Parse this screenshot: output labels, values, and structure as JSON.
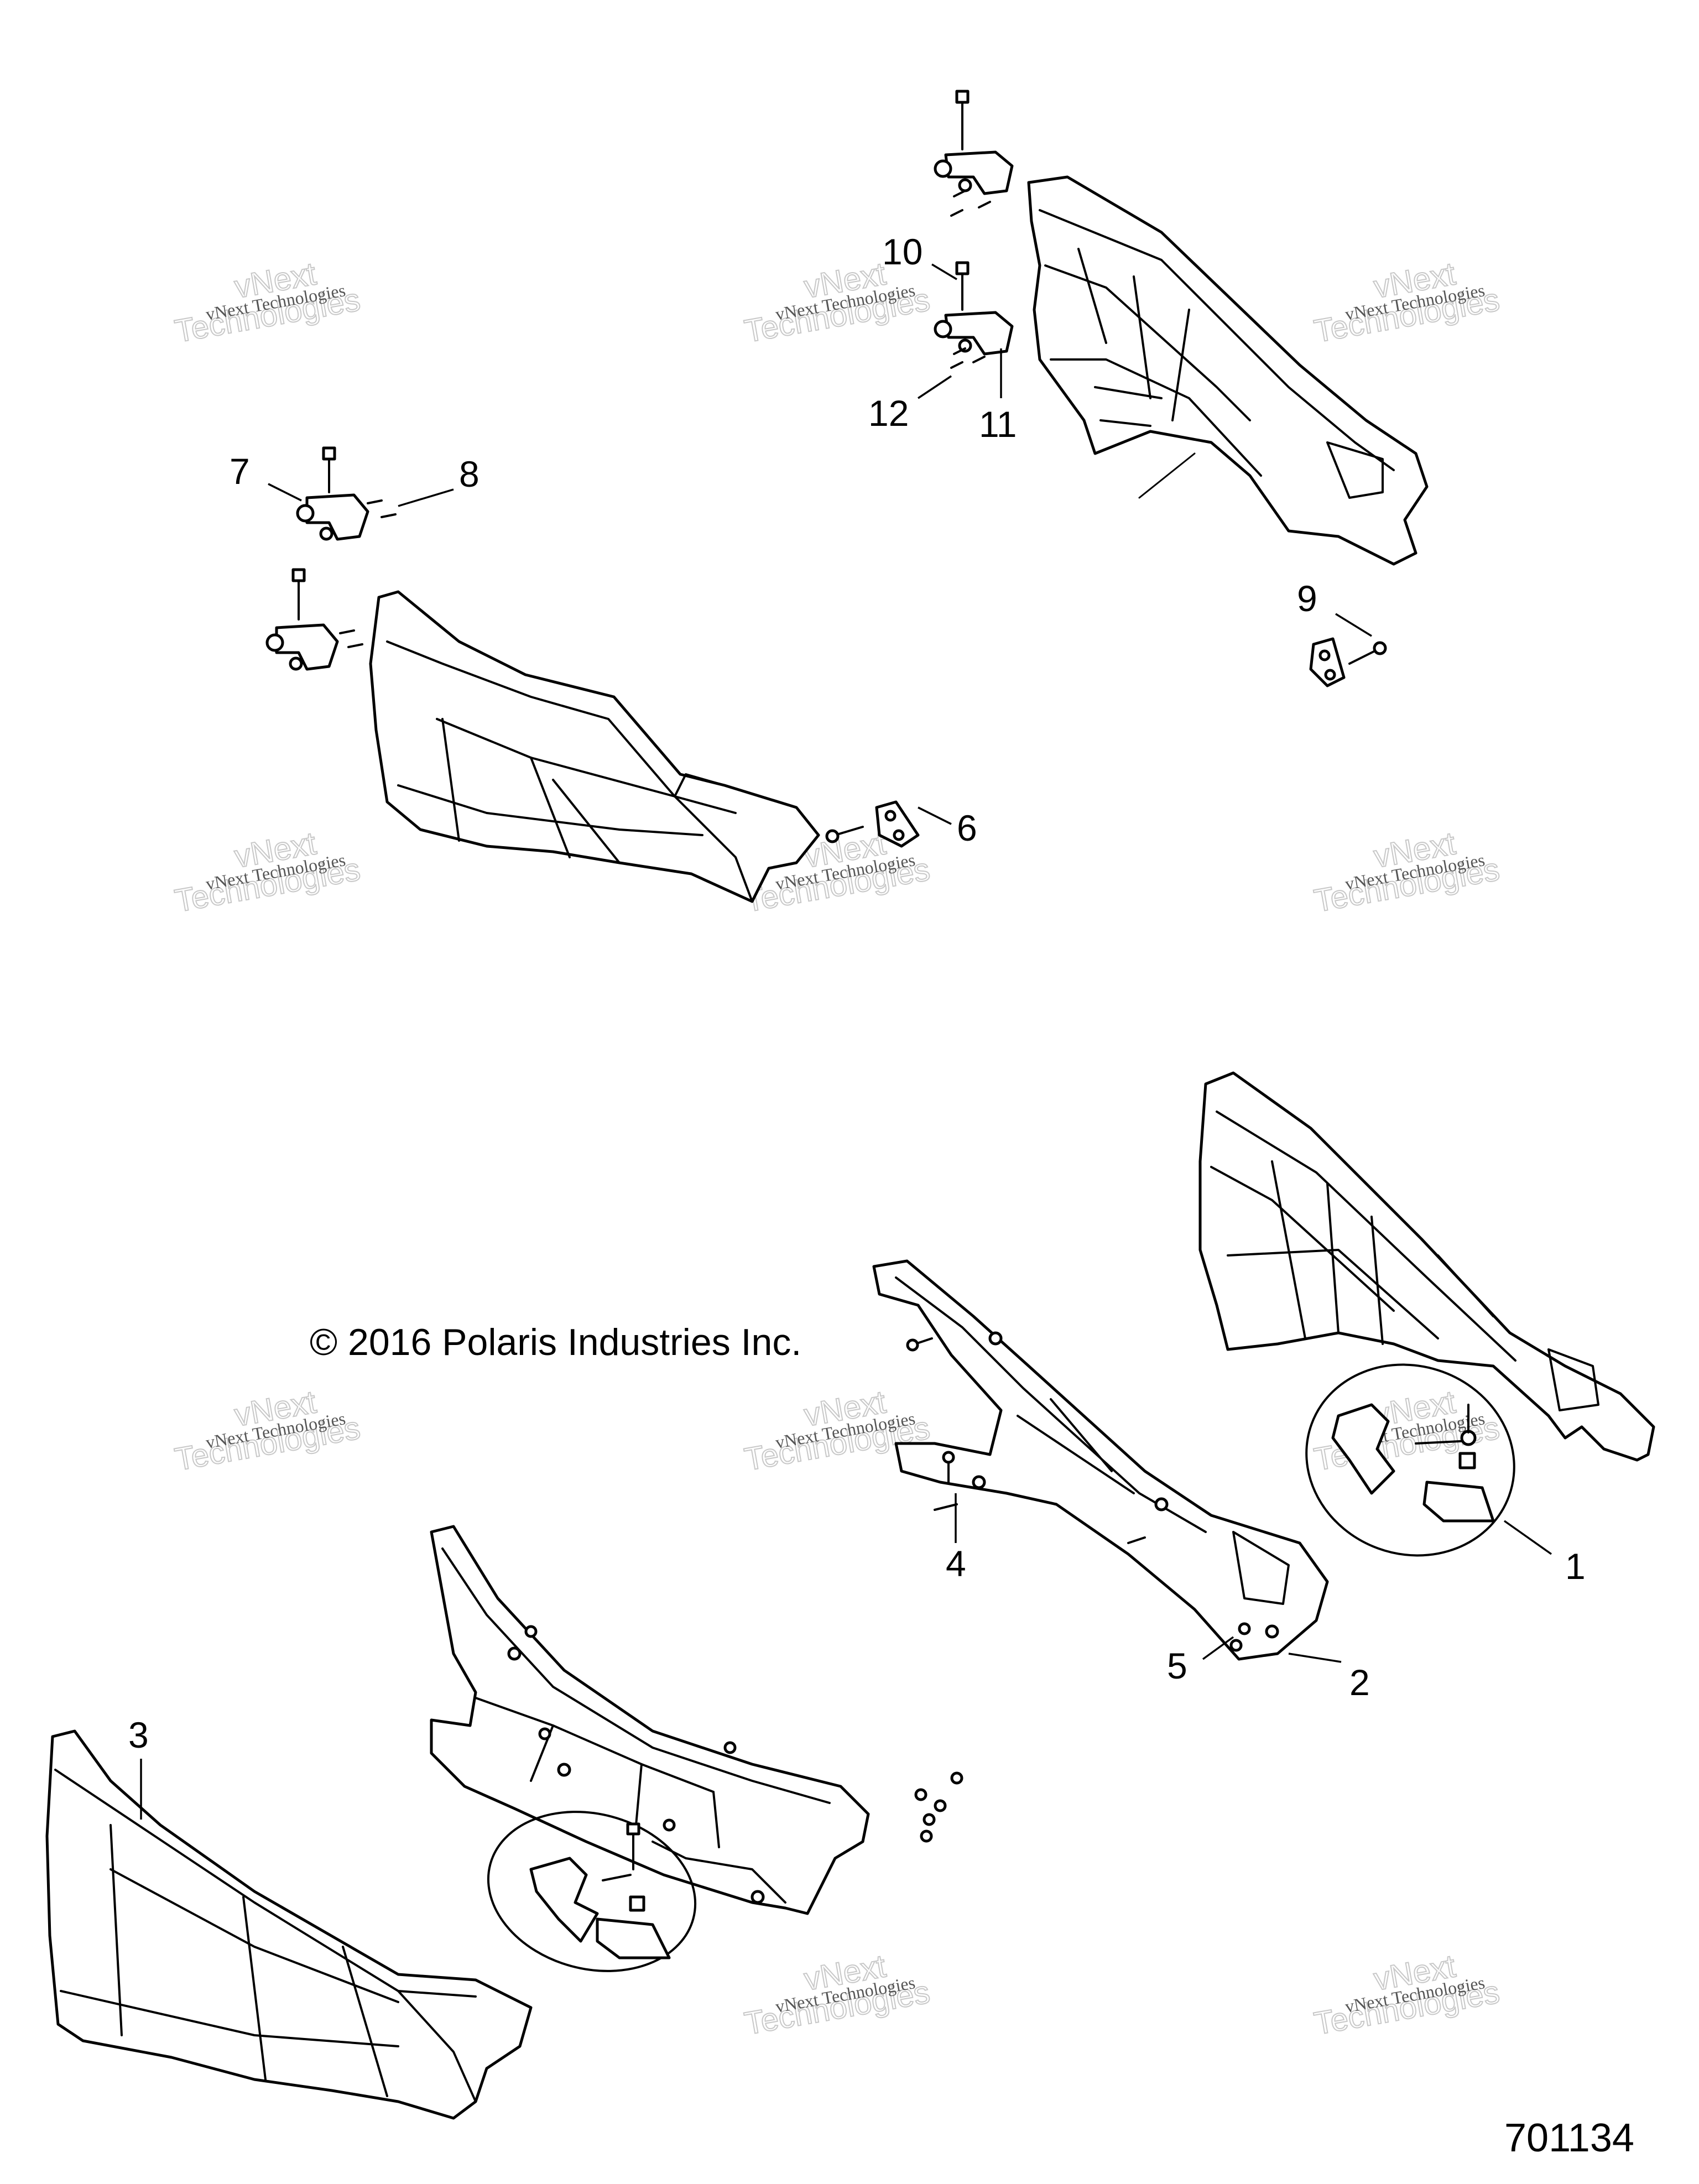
{
  "callouts": {
    "c1": "1",
    "c2": "2",
    "c3": "3",
    "c4": "4",
    "c5": "5",
    "c6": "6",
    "c7": "7",
    "c8": "8",
    "c9": "9",
    "c10": "10",
    "c11": "11",
    "c12": "12"
  },
  "copyright": "© 2016 Polaris Industries Inc.",
  "reference_number": "701134",
  "watermark": {
    "line_a": "vNext",
    "line_b": "Technologies",
    "line_small": "vNext Technologies"
  }
}
